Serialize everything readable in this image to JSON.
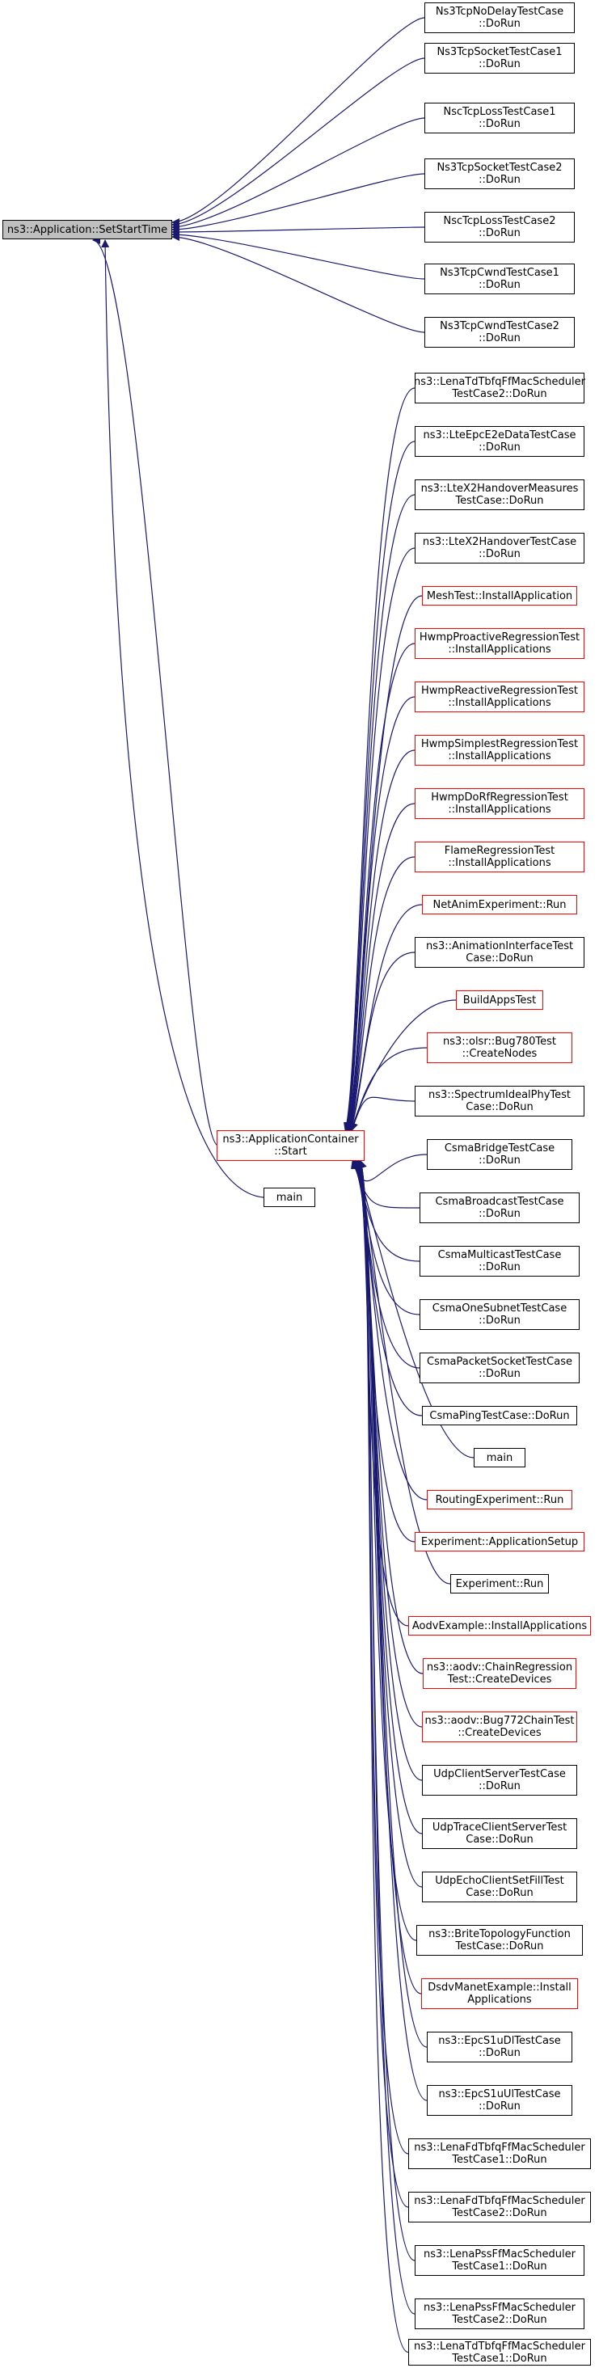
{
  "colors": {
    "edge": "#191970",
    "node_border": "#000000",
    "node_border_incomplete": "#ff0000",
    "root_fill": "#bfbfbf"
  },
  "nodes": {
    "set_start_time": "ns3::Application::SetStartTime",
    "app_container_start": "ns3::ApplicationContainer\n::Start",
    "main_left": "main",
    "callers_of_set_start_time": [
      "Ns3TcpNoDelayTestCase\n::DoRun",
      "Ns3TcpSocketTestCase1\n::DoRun",
      "NscTcpLossTestCase1\n::DoRun",
      "Ns3TcpSocketTestCase2\n::DoRun",
      "NscTcpLossTestCase2\n::DoRun",
      "Ns3TcpCwndTestCase1\n::DoRun",
      "Ns3TcpCwndTestCase2\n::DoRun"
    ],
    "callers_of_start": [
      "ns3::LenaTdTbfqFfMacScheduler\nTestCase2::DoRun",
      "ns3::LteEpcE2eDataTestCase\n::DoRun",
      "ns3::LteX2HandoverMeasures\nTestCase::DoRun",
      "ns3::LteX2HandoverTestCase\n::DoRun",
      "MeshTest::InstallApplication",
      "HwmpProactiveRegressionTest\n::InstallApplications",
      "HwmpReactiveRegressionTest\n::InstallApplications",
      "HwmpSimplestRegressionTest\n::InstallApplications",
      "HwmpDoRfRegressionTest\n::InstallApplications",
      "FlameRegressionTest\n::InstallApplications",
      "NetAnimExperiment::Run",
      "ns3::AnimationInterfaceTest\nCase::DoRun",
      "BuildAppsTest",
      "ns3::olsr::Bug780Test\n::CreateNodes",
      "ns3::SpectrumIdealPhyTest\nCase::DoRun",
      "CsmaBridgeTestCase\n::DoRun",
      "CsmaBroadcastTestCase\n::DoRun",
      "CsmaMulticastTestCase\n::DoRun",
      "CsmaOneSubnetTestCase\n::DoRun",
      "CsmaPacketSocketTestCase\n::DoRun",
      "CsmaPingTestCase::DoRun",
      "main",
      "RoutingExperiment::Run",
      "Experiment::ApplicationSetup",
      "Experiment::Run",
      "AodvExample::InstallApplications",
      "ns3::aodv::ChainRegression\nTest::CreateDevices",
      "ns3::aodv::Bug772ChainTest\n::CreateDevices",
      "UdpClientServerTestCase\n::DoRun",
      "UdpTraceClientServerTest\nCase::DoRun",
      "UdpEchoClientSetFillTest\nCase::DoRun",
      "ns3::BriteTopologyFunction\nTestCase::DoRun",
      "DsdvManetExample::Install\nApplications",
      "ns3::EpcS1uDlTestCase\n::DoRun",
      "ns3::EpcS1uUlTestCase\n::DoRun",
      "ns3::LenaFdTbfqFfMacScheduler\nTestCase1::DoRun",
      "ns3::LenaFdTbfqFfMacScheduler\nTestCase2::DoRun",
      "ns3::LenaPssFfMacScheduler\nTestCase1::DoRun",
      "ns3::LenaPssFfMacScheduler\nTestCase2::DoRun",
      "ns3::LenaTdTbfqFfMacScheduler\nTestCase1::DoRun"
    ]
  }
}
